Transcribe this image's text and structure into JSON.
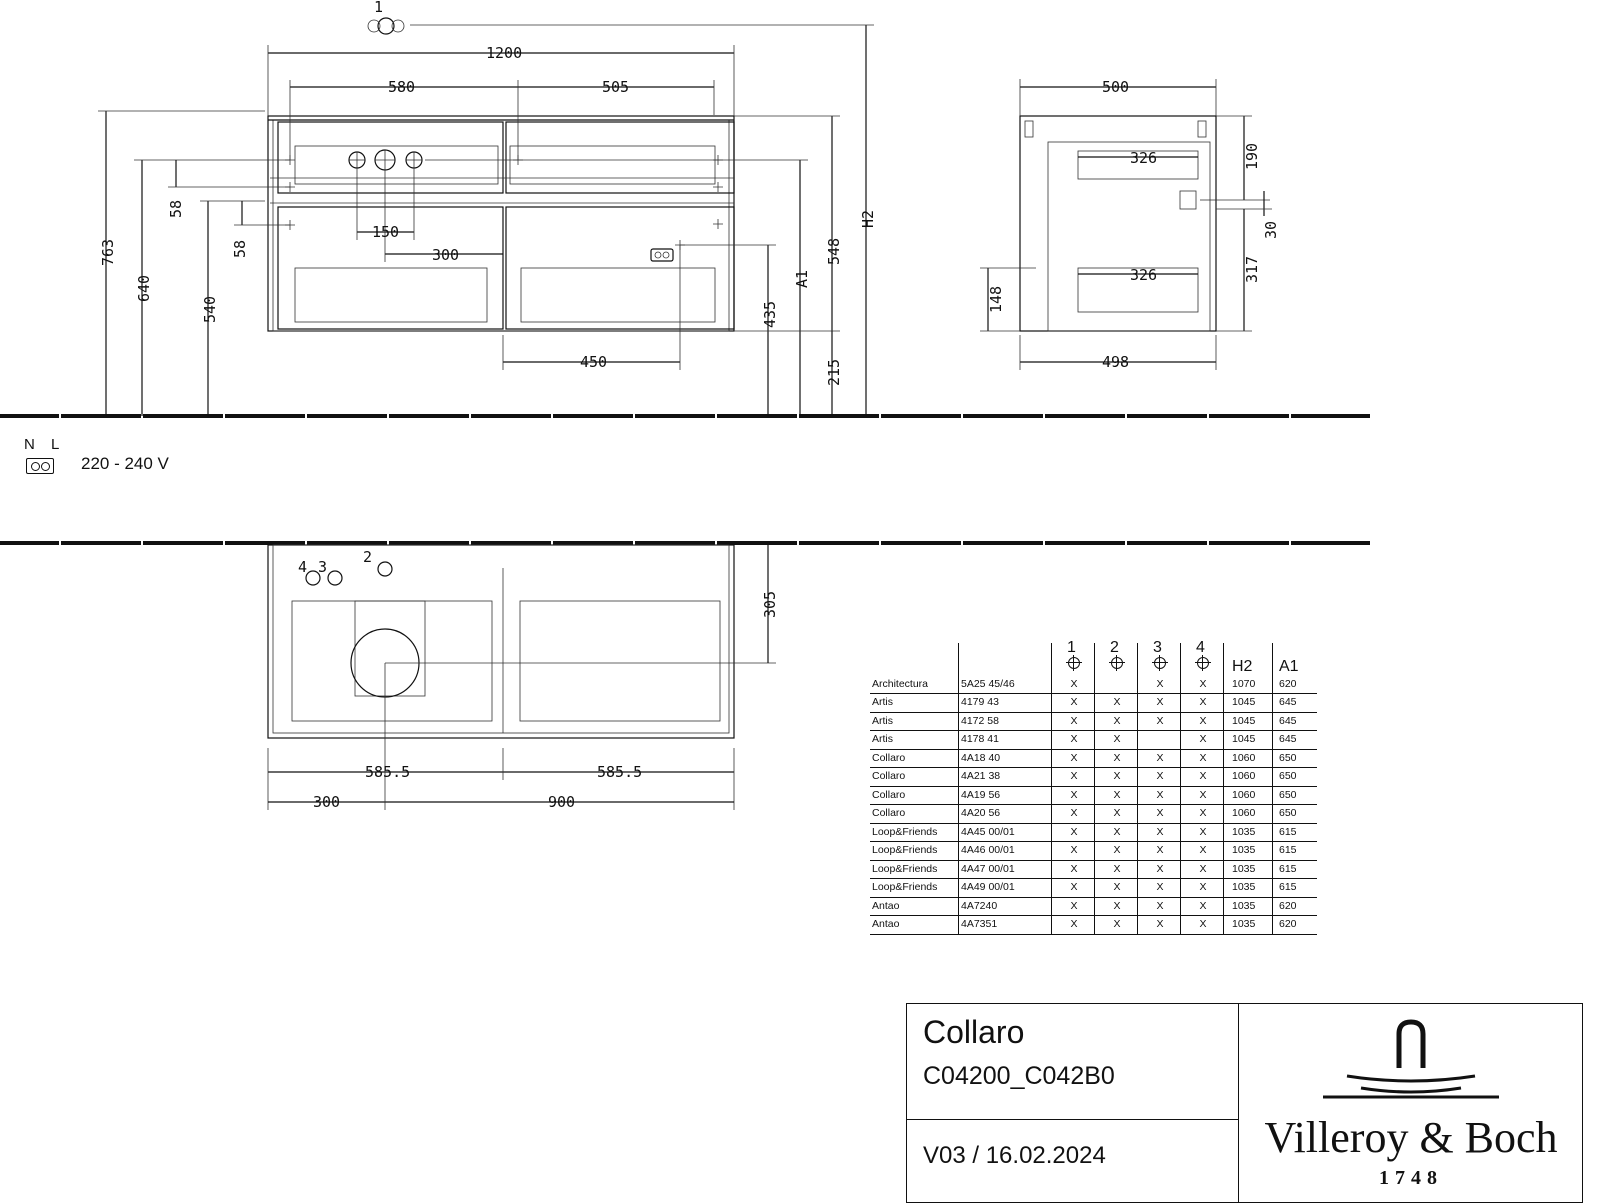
{
  "front_view": {
    "dimensions": [
      "1200",
      "580",
      "505",
      "763",
      "640",
      "540",
      "58",
      "58",
      "150",
      "300",
      "450",
      "435",
      "A1",
      "548",
      "215",
      "H2"
    ],
    "callout": "1"
  },
  "side_view": {
    "dimensions": [
      "500",
      "326",
      "326",
      "190",
      "30",
      "317",
      "148",
      "498"
    ]
  },
  "top_view": {
    "dimensions": [
      "305",
      "585.5",
      "585.5",
      "300",
      "900"
    ],
    "callouts": [
      "4",
      "3",
      "2"
    ]
  },
  "power": {
    "labels": "N L",
    "voltage": "220 - 240 V"
  },
  "table": {
    "headers": {
      "v1": "1",
      "v2": "2",
      "v3": "3",
      "v4": "4",
      "h2": "H2",
      "a1": "A1"
    },
    "rows": [
      {
        "name": "Architectura",
        "code": "5A25 45/46",
        "c1": "X",
        "c2": "",
        "c3": "X",
        "c4": "X",
        "h2": "1070",
        "a1": "620"
      },
      {
        "name": "Artis",
        "code": "4179 43",
        "c1": "X",
        "c2": "X",
        "c3": "X",
        "c4": "X",
        "h2": "1045",
        "a1": "645"
      },
      {
        "name": "Artis",
        "code": "4172 58",
        "c1": "X",
        "c2": "X",
        "c3": "X",
        "c4": "X",
        "h2": "1045",
        "a1": "645"
      },
      {
        "name": "Artis",
        "code": "4178 41",
        "c1": "X",
        "c2": "X",
        "c3": "",
        "c4": "X",
        "h2": "1045",
        "a1": "645"
      },
      {
        "name": "Collaro",
        "code": "4A18 40",
        "c1": "X",
        "c2": "X",
        "c3": "X",
        "c4": "X",
        "h2": "1060",
        "a1": "650"
      },
      {
        "name": "Collaro",
        "code": "4A21 38",
        "c1": "X",
        "c2": "X",
        "c3": "X",
        "c4": "X",
        "h2": "1060",
        "a1": "650"
      },
      {
        "name": "Collaro",
        "code": "4A19 56",
        "c1": "X",
        "c2": "X",
        "c3": "X",
        "c4": "X",
        "h2": "1060",
        "a1": "650"
      },
      {
        "name": "Collaro",
        "code": "4A20 56",
        "c1": "X",
        "c2": "X",
        "c3": "X",
        "c4": "X",
        "h2": "1060",
        "a1": "650"
      },
      {
        "name": "Loop&Friends",
        "code": "4A45 00/01",
        "c1": "X",
        "c2": "X",
        "c3": "X",
        "c4": "X",
        "h2": "1035",
        "a1": "615"
      },
      {
        "name": "Loop&Friends",
        "code": "4A46 00/01",
        "c1": "X",
        "c2": "X",
        "c3": "X",
        "c4": "X",
        "h2": "1035",
        "a1": "615"
      },
      {
        "name": "Loop&Friends",
        "code": "4A47 00/01",
        "c1": "X",
        "c2": "X",
        "c3": "X",
        "c4": "X",
        "h2": "1035",
        "a1": "615"
      },
      {
        "name": "Loop&Friends",
        "code": "4A49 00/01",
        "c1": "X",
        "c2": "X",
        "c3": "X",
        "c4": "X",
        "h2": "1035",
        "a1": "615"
      },
      {
        "name": "Antao",
        "code": "4A7240",
        "c1": "X",
        "c2": "X",
        "c3": "X",
        "c4": "X",
        "h2": "1035",
        "a1": "620"
      },
      {
        "name": "Antao",
        "code": "4A7351",
        "c1": "X",
        "c2": "X",
        "c3": "X",
        "c4": "X",
        "h2": "1035",
        "a1": "620"
      }
    ]
  },
  "title_block": {
    "name": "Collaro",
    "code": "C04200_C042B0",
    "version": "V03 / 16.02.2024",
    "brand": "Villeroy & Boch",
    "year": "1748"
  }
}
